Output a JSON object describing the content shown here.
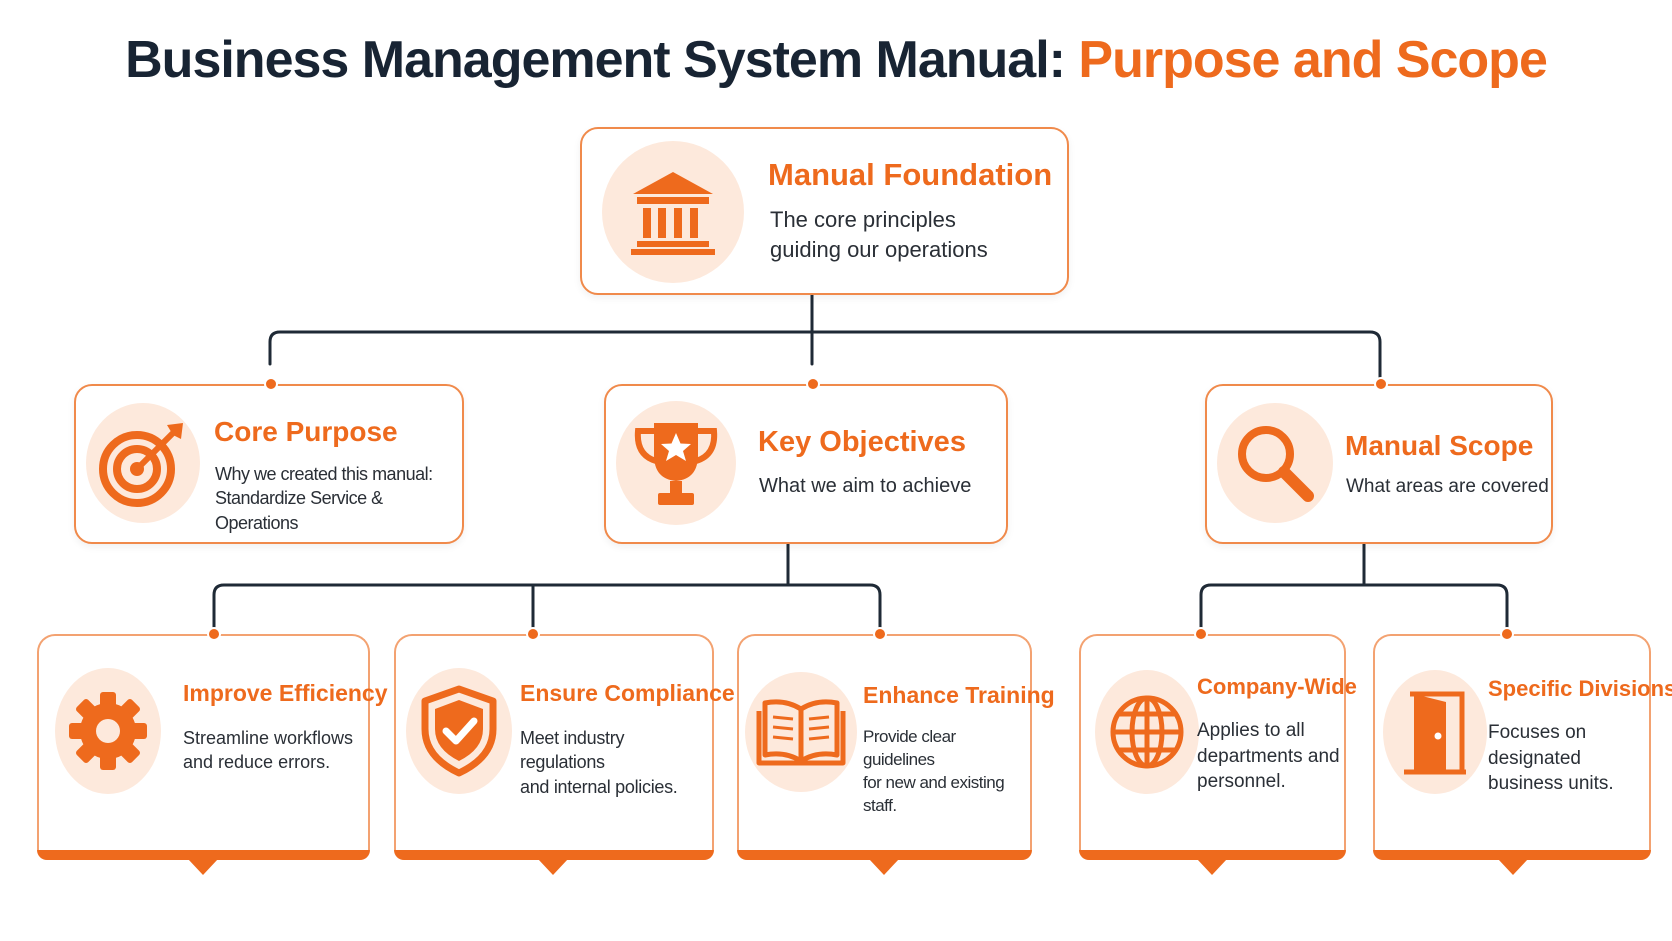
{
  "title": {
    "main": "Business Management System Manual:",
    "accent": "Purpose and Scope"
  },
  "colors": {
    "accent": "#ee6a1d",
    "ink": "#182433",
    "connector": "#1f2a36",
    "icon_bg": "#fde9dc"
  },
  "root": {
    "icon": "bank-building-icon",
    "title": "Manual Foundation",
    "desc": "The core principles\nguiding our operations"
  },
  "level2": [
    {
      "icon": "target-icon",
      "title": "Core Purpose",
      "desc": "Why we created this manual:\nStandardize Service & Operations"
    },
    {
      "icon": "trophy-icon",
      "title": "Key Objectives",
      "desc": "What we aim to achieve"
    },
    {
      "icon": "magnifier-icon",
      "title": "Manual Scope",
      "desc": "What areas are covered"
    }
  ],
  "level3": [
    {
      "icon": "gear-icon",
      "title": "Improve Efficiency",
      "desc": "Streamline workflows\nand reduce errors."
    },
    {
      "icon": "shield-check-icon",
      "title": "Ensure Compliance",
      "desc": "Meet industry regulations\nand internal policies."
    },
    {
      "icon": "open-book-icon",
      "title": "Enhance Training",
      "desc": "Provide clear guidelines\nfor new and existing staff."
    },
    {
      "icon": "globe-icon",
      "title": "Company-Wide",
      "desc": "Applies to all\ndepartments and\npersonnel."
    },
    {
      "icon": "door-icon",
      "title": "Specific Divisions",
      "desc": "Focuses on\ndesignated\nbusiness units."
    }
  ]
}
